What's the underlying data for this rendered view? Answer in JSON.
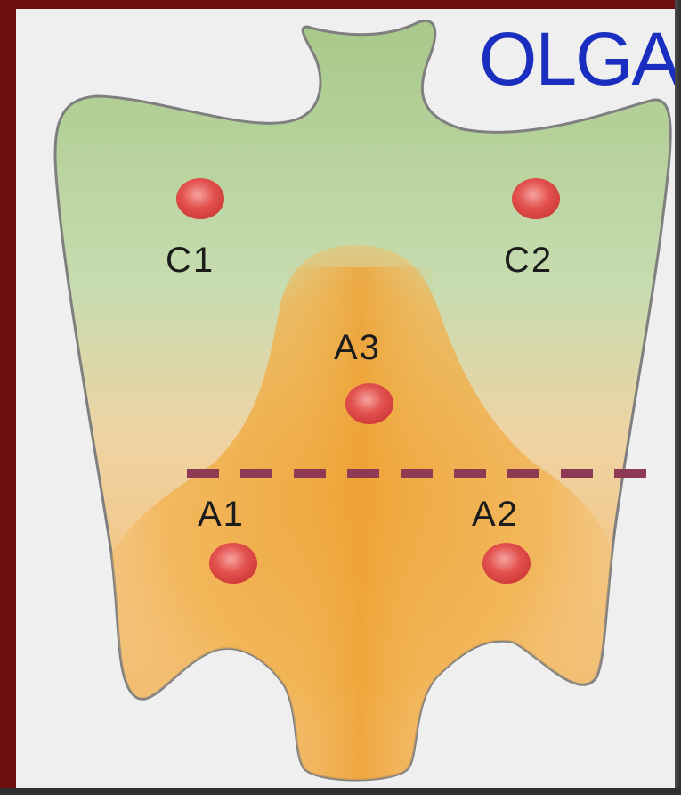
{
  "title": "OLGA",
  "labels": {
    "c1": "C1",
    "c2": "C2",
    "a3": "A3",
    "a1": "A1",
    "a2": "A2"
  },
  "colors": {
    "frame": "#6e0f0f",
    "upper_region": "#b7d39a",
    "lower_region": "#f2b24e",
    "marker": "#e3524f",
    "dashed_line": "#8e3a55",
    "title": "#1a2fbf"
  }
}
